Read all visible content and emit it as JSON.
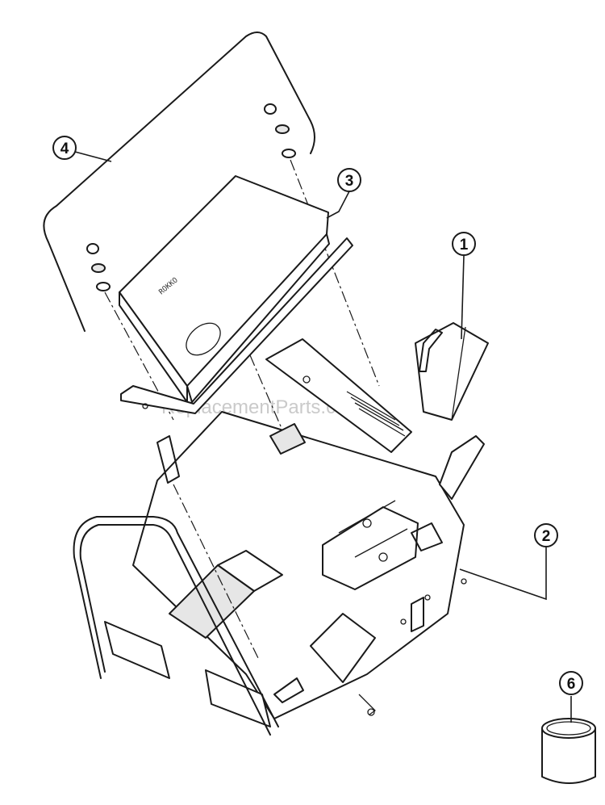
{
  "diagram": {
    "watermark": "ReplacementParts.com",
    "callouts": [
      {
        "id": "1",
        "label": "1"
      },
      {
        "id": "2",
        "label": "2"
      },
      {
        "id": "3",
        "label": "3"
      },
      {
        "id": "4",
        "label": "4"
      },
      {
        "id": "6",
        "label": "6"
      }
    ],
    "colors": {
      "line": "#1a1a1a",
      "background": "#ffffff",
      "shade": "#e6e6e6"
    }
  }
}
